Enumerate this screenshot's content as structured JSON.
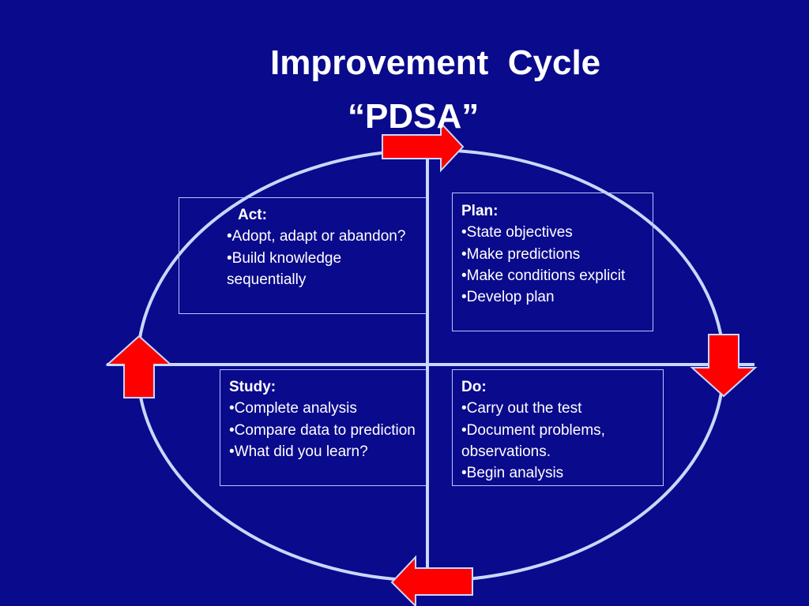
{
  "title": {
    "line1": "Improvement  Cycle",
    "line2": "“PDSA”"
  },
  "colors": {
    "background": "#0a0a8c",
    "cycle_line": "#c8d8ff",
    "arrow_fill": "#ff0000",
    "text": "#ffffff"
  },
  "quadrants": {
    "act": {
      "heading": "Act:",
      "items": [
        "•Adopt, adapt or abandon?",
        "•Build knowledge sequentially"
      ]
    },
    "plan": {
      "heading": "Plan:",
      "items": [
        "•State objectives",
        "•Make predictions",
        "•Make conditions explicit",
        "•Develop plan"
      ]
    },
    "study": {
      "heading": "Study:",
      "items": [
        "•Complete analysis",
        "•Compare data to prediction",
        "•What did you learn?"
      ]
    },
    "do": {
      "heading": "Do:",
      "items": [
        "•Carry out the test",
        "•Document problems, observations.",
        "•Begin analysis"
      ]
    }
  },
  "arrows": {
    "top": "arrow-right-icon",
    "right": "arrow-down-icon",
    "bottom": "arrow-left-icon",
    "left": "arrow-up-icon"
  }
}
